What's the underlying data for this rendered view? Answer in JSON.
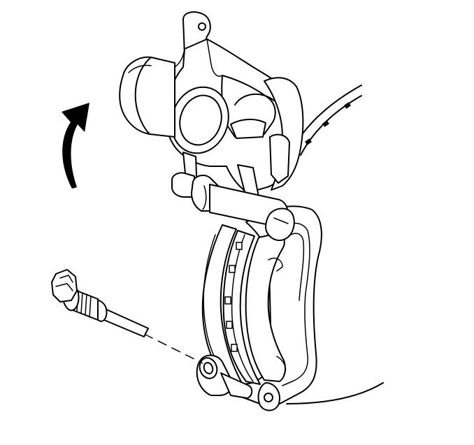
{
  "colors": {
    "line": "#000000",
    "background": "#ffffff"
  },
  "icons": {
    "rotation_arrow": "curved-arrow-up-icon",
    "bolt": "guide-pin-bolt-icon"
  },
  "rotor_notches": [
    [
      497,
      151
    ],
    [
      466,
      177
    ],
    [
      441,
      203
    ]
  ],
  "piston_tabs": [
    [
      342,
      352
    ],
    [
      332,
      385
    ],
    [
      326,
      430
    ],
    [
      328,
      465
    ],
    [
      335,
      498
    ]
  ]
}
